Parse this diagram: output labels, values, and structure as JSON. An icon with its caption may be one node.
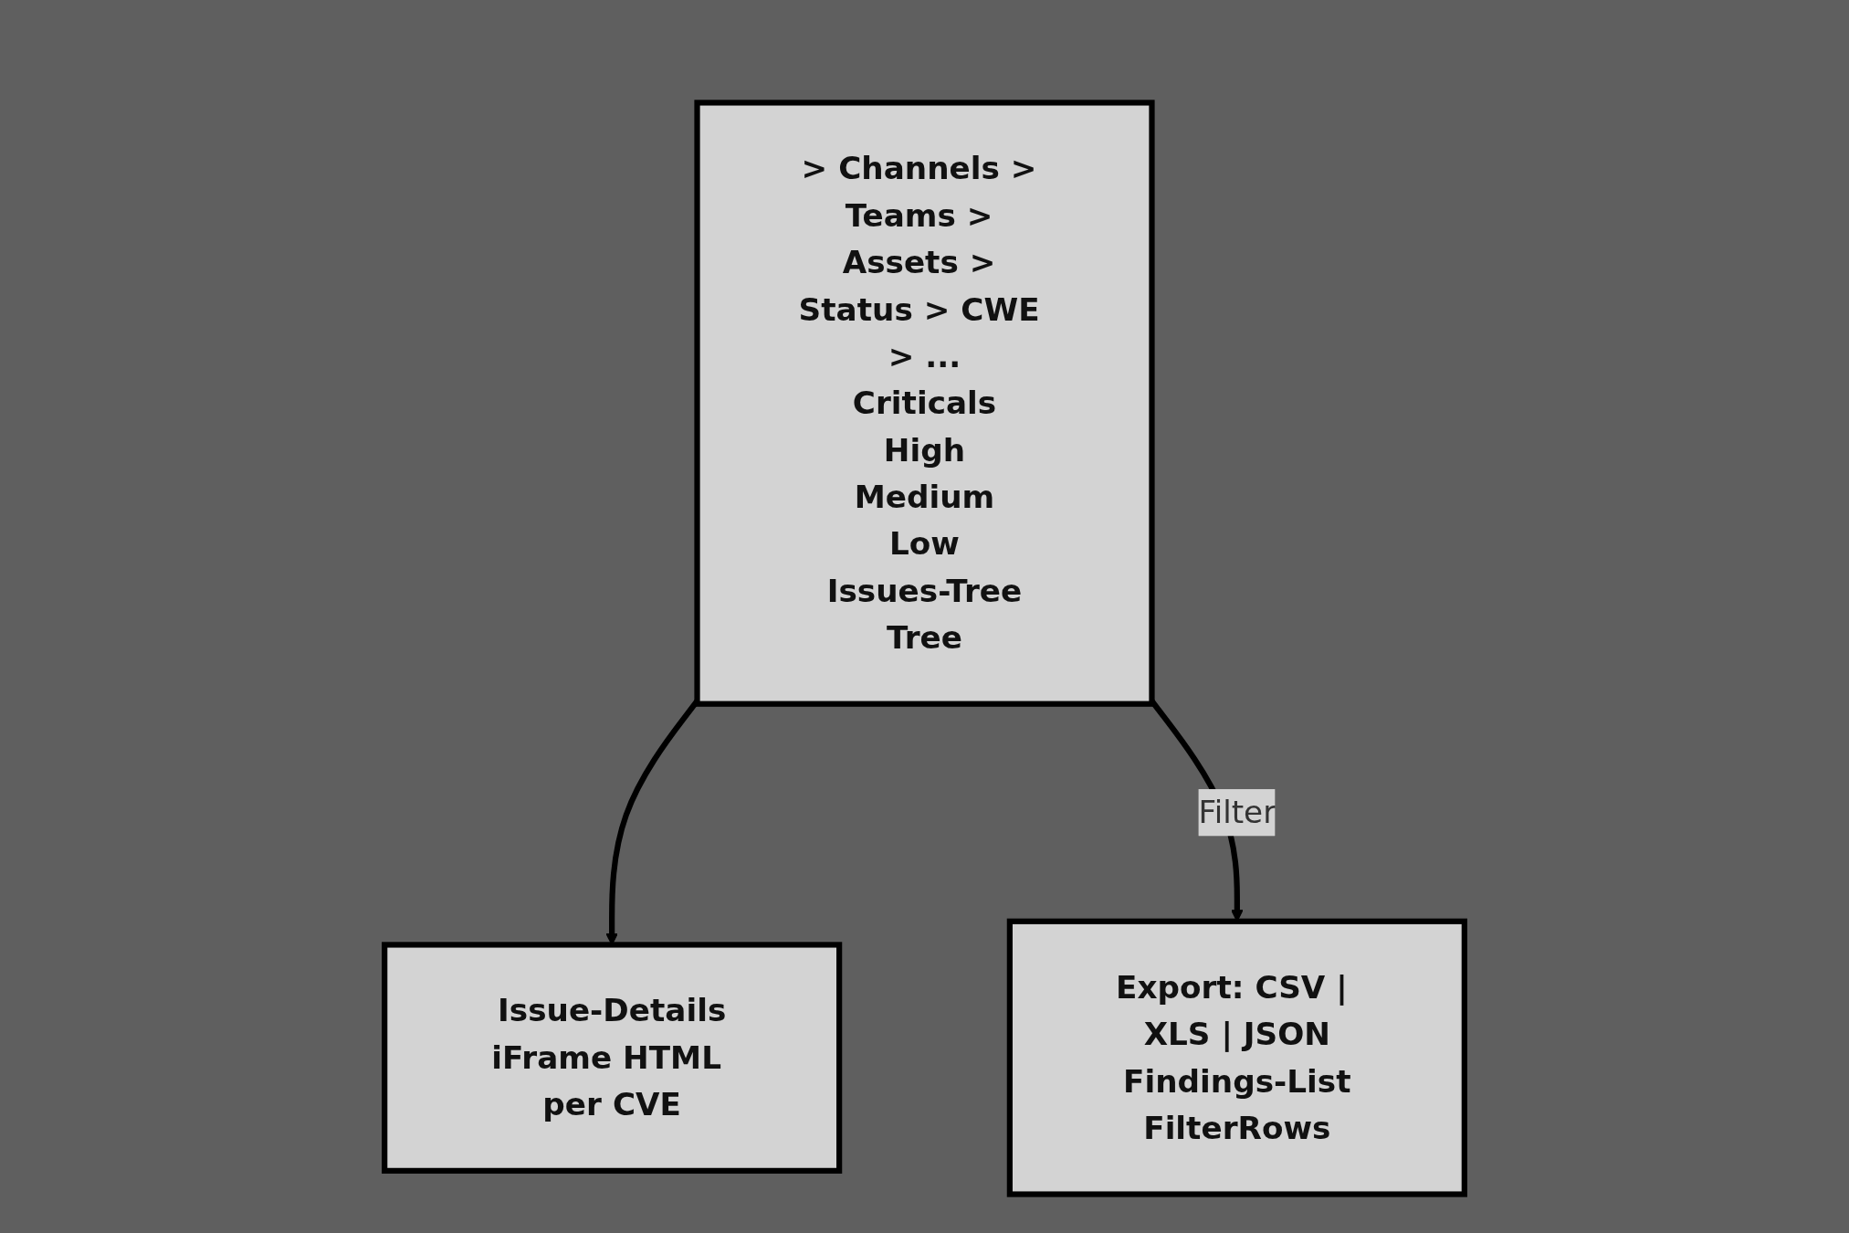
{
  "diagram": {
    "nodes": [
      {
        "text": [
          "> Channels > Teams > Assets > Status > CWE > ...",
          "Criticals",
          "High",
          "Medium",
          "Low",
          "Issues-Tree",
          "Tree"
        ]
      },
      {
        "text": [
          "Issue-Details",
          "iFrame HTML per CVE"
        ]
      },
      {
        "text": [
          "Export: CSV | XLS | JSON",
          "Findings-List",
          "FilterRows"
        ]
      }
    ],
    "edges": [
      {
        "from": 0,
        "to": 1,
        "arrow": "to"
      },
      {
        "from": 0,
        "to": 2,
        "arrow": "to",
        "label": "Filter"
      }
    ]
  }
}
